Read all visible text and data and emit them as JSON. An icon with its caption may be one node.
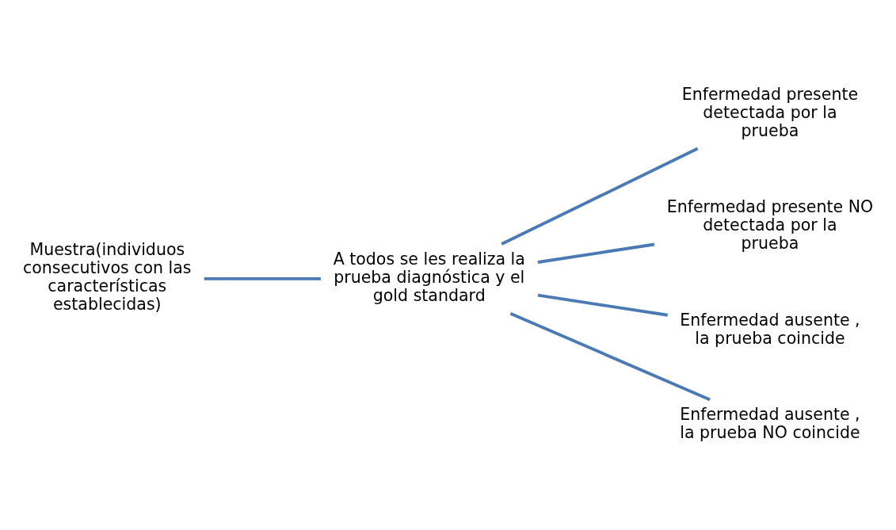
{
  "diagram": {
    "nodes": [
      {
        "text": [
          "Muestra(individuos consecutivos con las características establecidas)"
        ]
      },
      {
        "text": [
          "A todos se les realiza la prueba diagnóstica y el gold standard"
        ]
      },
      {
        "text": [
          "Enfermedad presente detectada por la prueba"
        ]
      },
      {
        "text": [
          "Enfermedad presente NO detectada por la prueba"
        ]
      },
      {
        "text": [
          "Enfermedad ausente , la prueba coincide"
        ]
      },
      {
        "text": [
          "Enfermedad ausente , la prueba NO coincide"
        ]
      }
    ],
    "edges": [
      {
        "from": 0,
        "to": 1,
        "arrow": "none"
      },
      {
        "from": 1,
        "to": 2,
        "arrow": "none"
      },
      {
        "from": 1,
        "to": 3,
        "arrow": "none"
      },
      {
        "from": 1,
        "to": 4,
        "arrow": "none"
      },
      {
        "from": 1,
        "to": 5,
        "arrow": "none"
      }
    ]
  }
}
